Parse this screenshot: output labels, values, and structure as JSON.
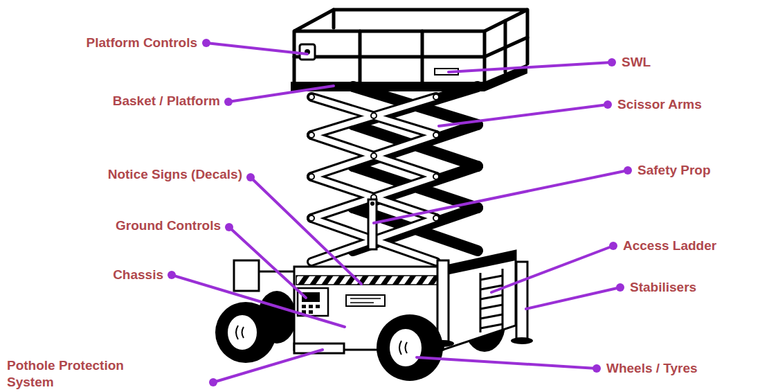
{
  "diagram": {
    "labels": [
      "Platform Controls",
      "Basket / Platform",
      "SWL",
      "Scissor Arms",
      "Notice Signs (Decals)",
      "Safety Prop",
      "Ground Controls",
      "Access Ladder",
      "Chassis",
      "Stabilisers",
      "Pothole Protection System",
      "Wheels / Tyres"
    ]
  }
}
